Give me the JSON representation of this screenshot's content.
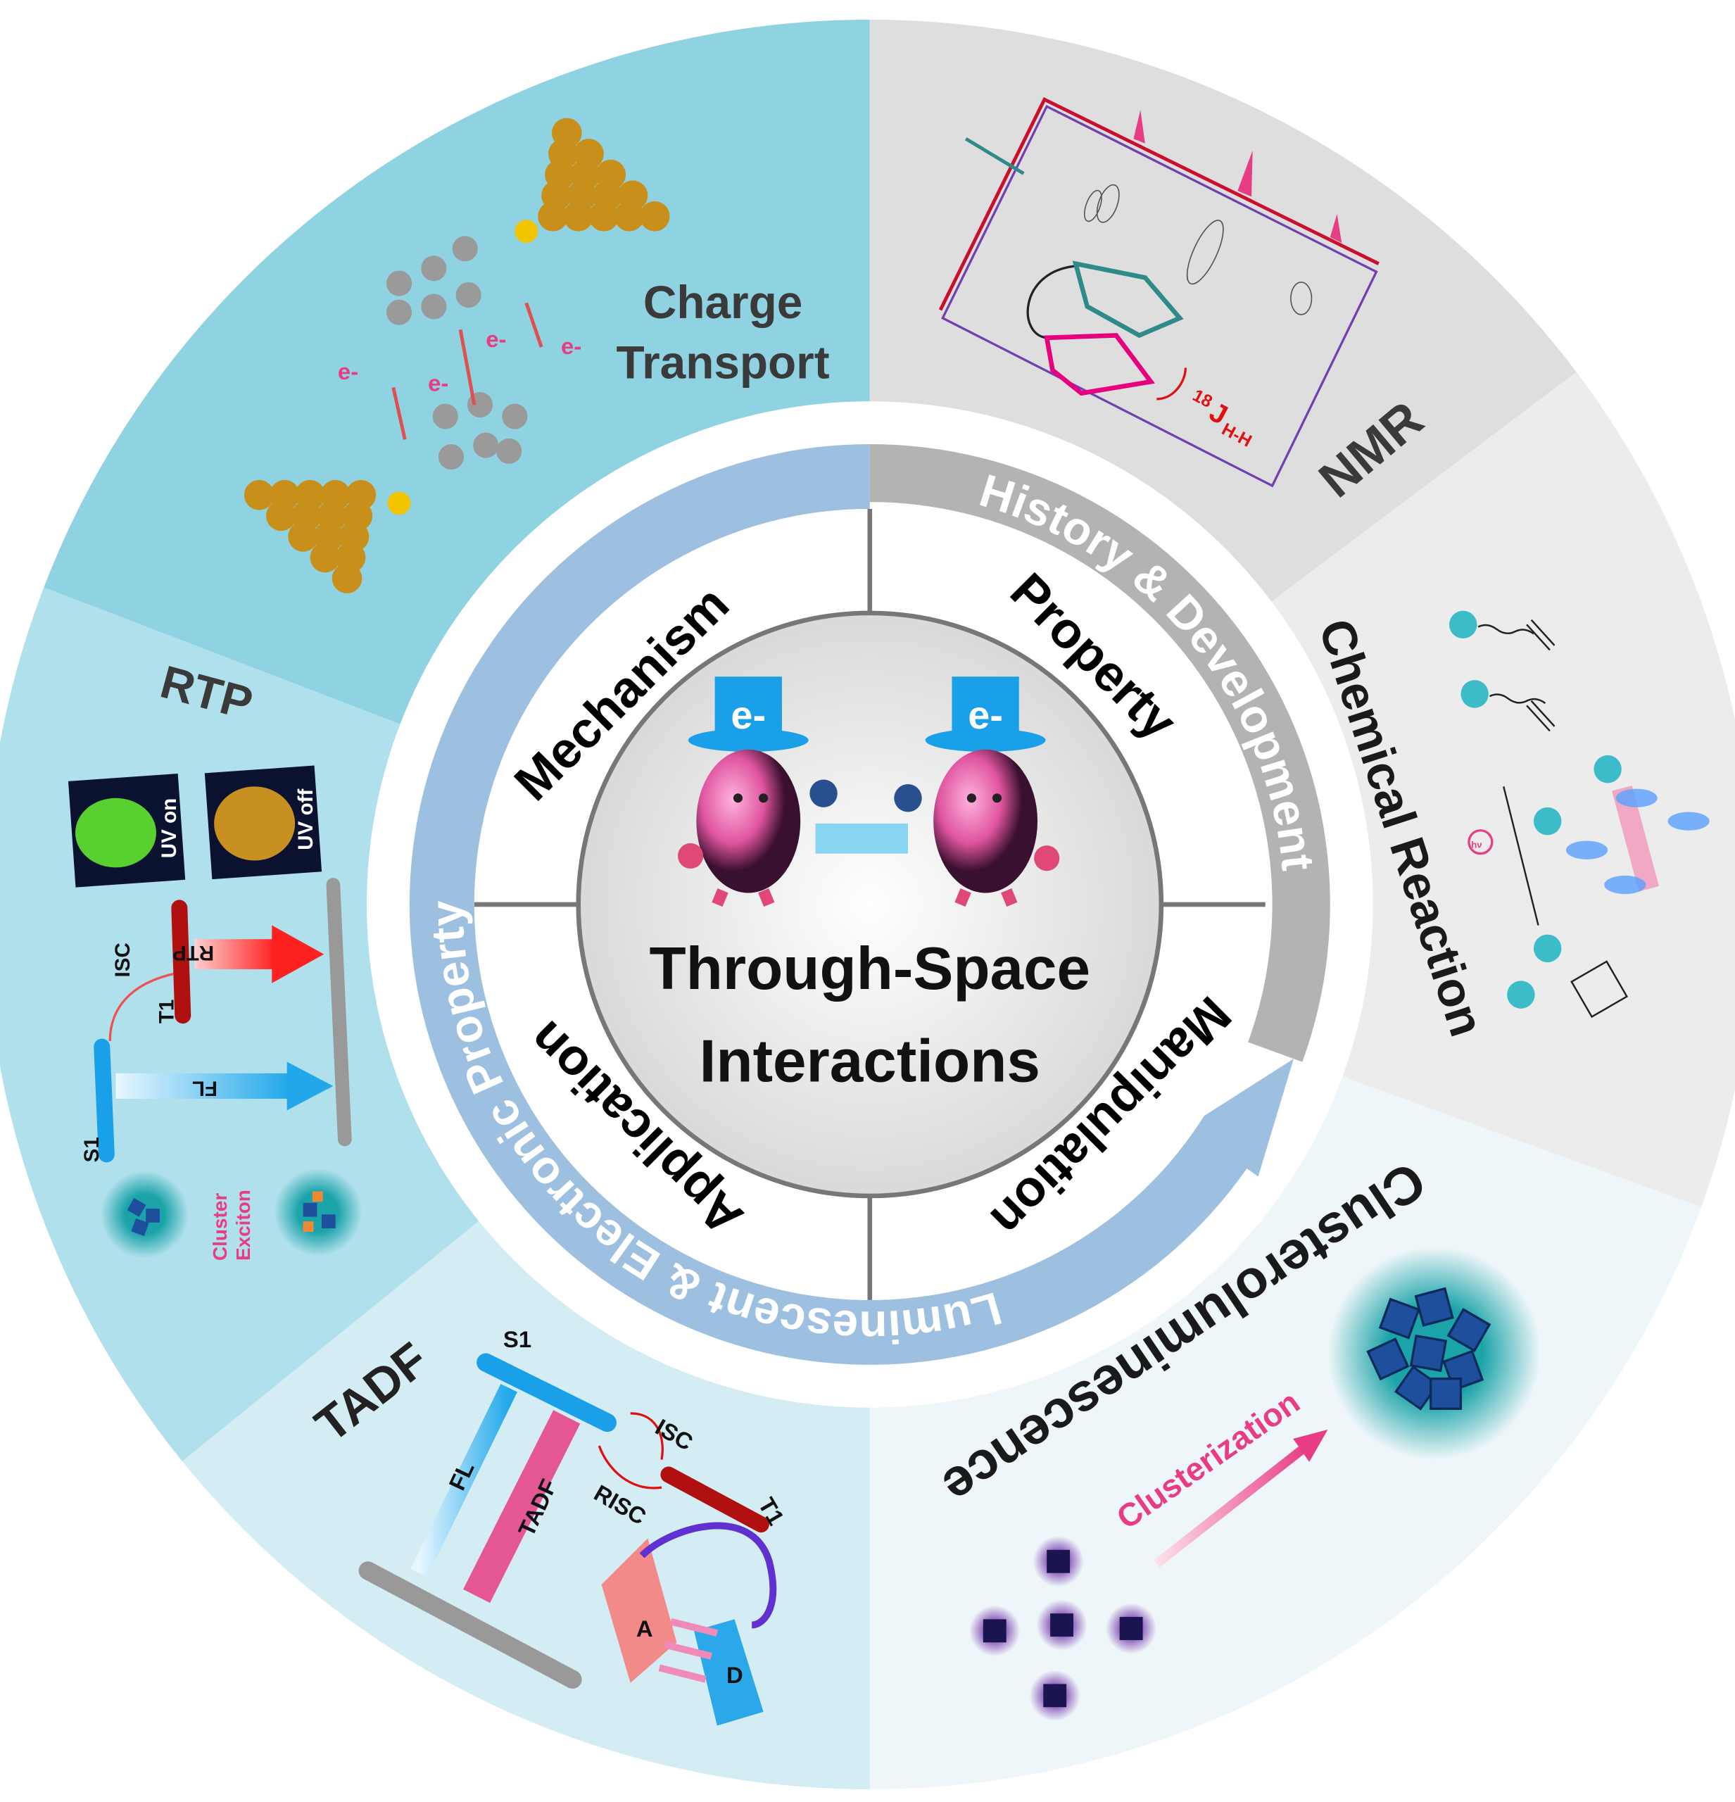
{
  "center": {
    "title_line1": "Through-Space",
    "title_line2": "Interactions",
    "electron_left": "e-",
    "electron_right": "e-"
  },
  "quadrants": {
    "mechanism": "Mechanism",
    "property": "Property",
    "manipulation": "Manipulation",
    "application": "Application"
  },
  "arcs": {
    "history": "History & Development",
    "luminescent": "Luminescent & Electronic Property"
  },
  "sectors": {
    "charge_transport": {
      "line1": "Charge",
      "line2": "Transport",
      "electron_labels": [
        "e-",
        "e-",
        "e-",
        "e-"
      ]
    },
    "nmr": {
      "title": "NMR",
      "coupling_sup": "18",
      "coupling_main": "J",
      "coupling_sub": "H-H"
    },
    "chemical_reaction": {
      "title": "Chemical Reaction",
      "light": "hν"
    },
    "clusteroluminescence": {
      "title": "Clusteroluminescence",
      "arrow_label": "Clusterization"
    },
    "tadf": {
      "title": "TADF",
      "s1": "S1",
      "t1": "T1",
      "isc": "ISC",
      "risc": "RISC",
      "fl": "FL",
      "tadf_arrow": "TADF",
      "acceptor": "A",
      "donor": "D"
    },
    "rtp": {
      "title": "RTP",
      "uv_on": "UV on",
      "uv_off": "UV off",
      "isc": "ISC",
      "t1": "T1",
      "s1": "S1",
      "rtp_arrow": "RTP",
      "fl": "FL",
      "cluster_line1": "Cluster",
      "cluster_line2": "Exciton"
    }
  },
  "colors": {
    "charge_transport": "#8fd3e3",
    "nmr": "#dedede",
    "chemical_reaction": "#ececec",
    "clusteroluminescence": "#eef6f9",
    "tadf": "#d4edf4",
    "rtp": "#b0e0ec",
    "blue_arc": "#9dbfe0",
    "gray_arc": "#b3b3b3",
    "pink": "#e83d84",
    "red": "#c8102e"
  }
}
